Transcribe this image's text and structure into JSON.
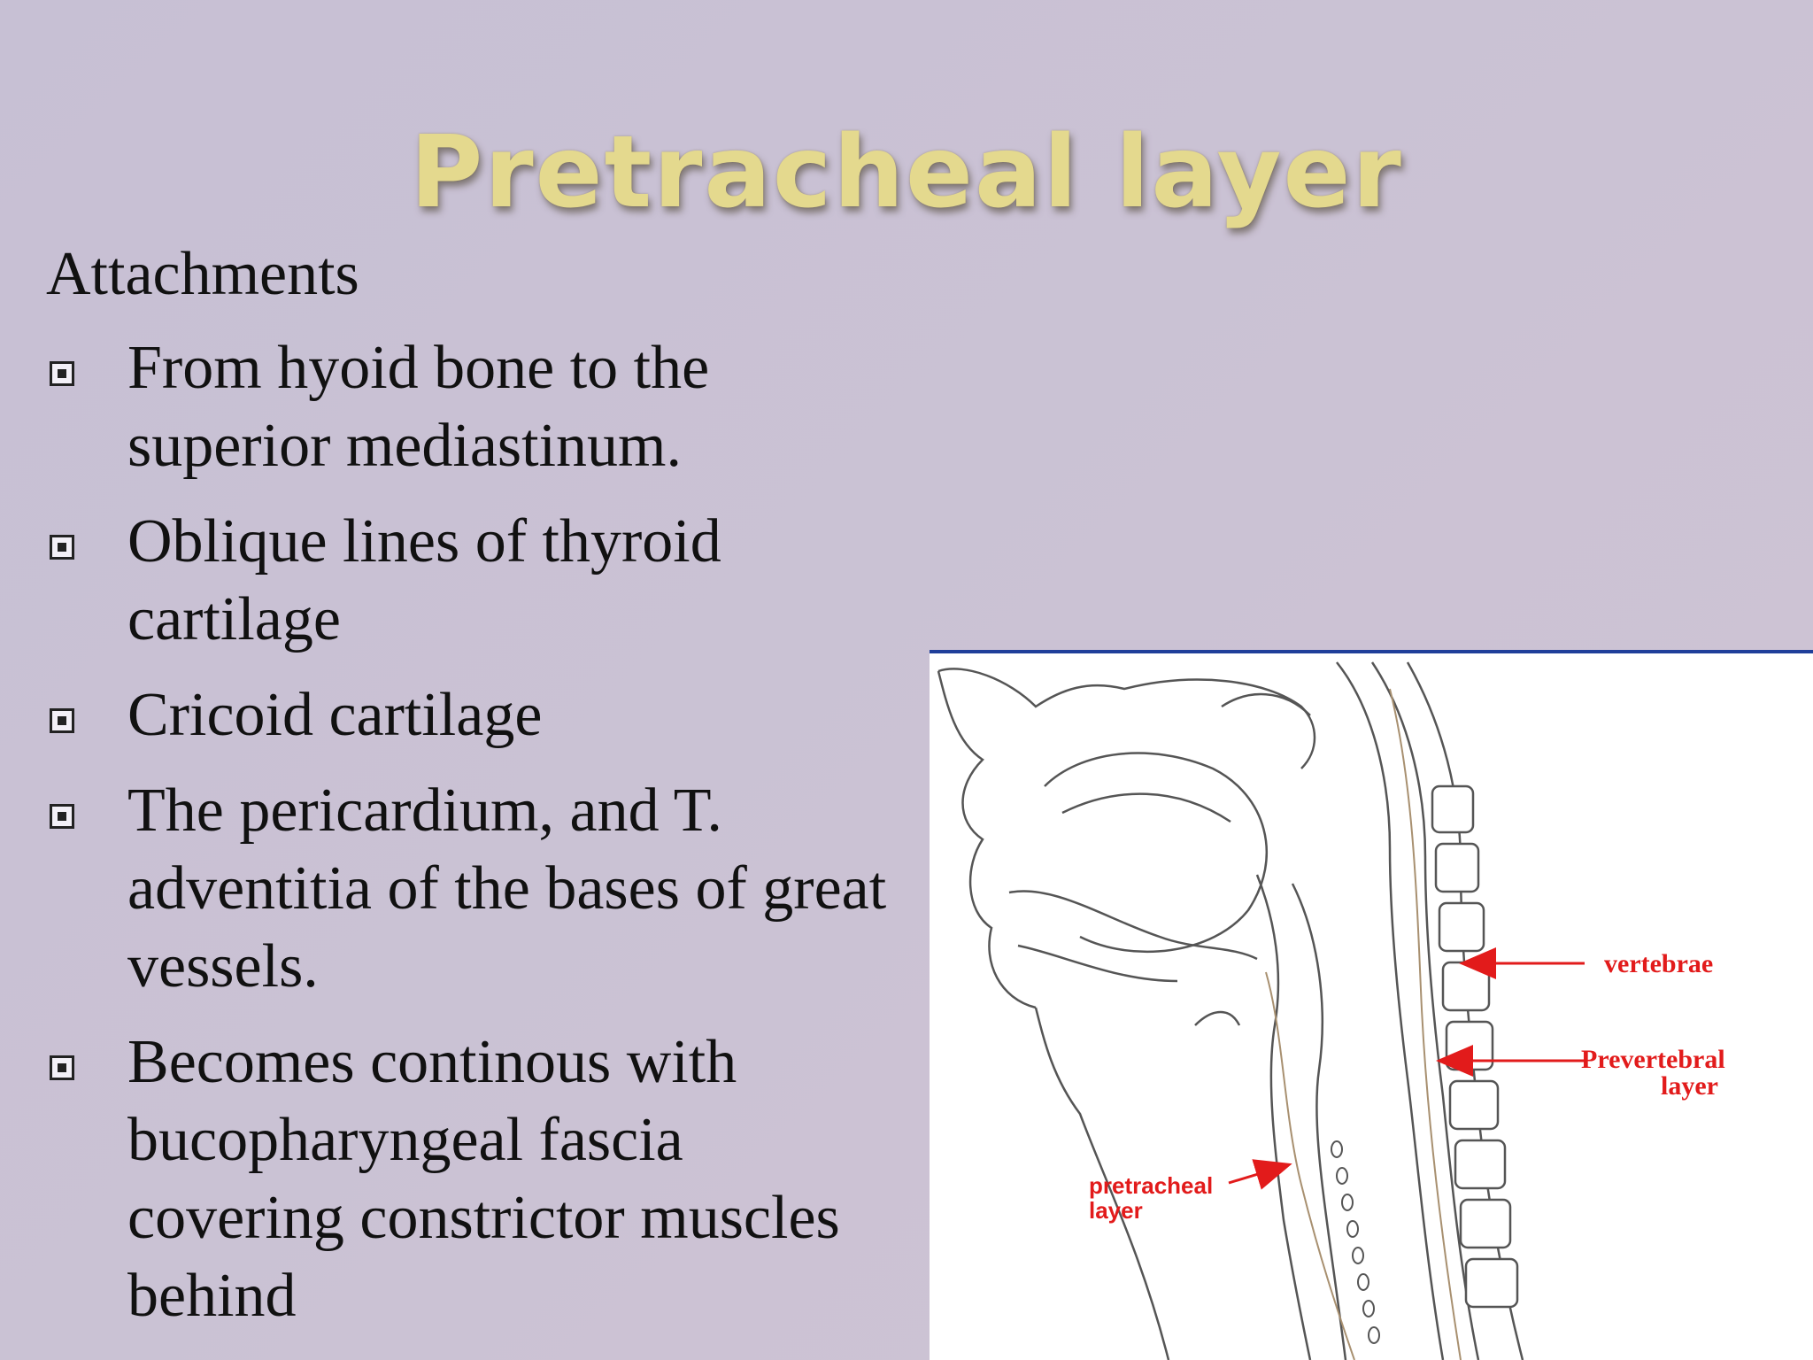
{
  "slide": {
    "title": "Pretracheal layer",
    "heading": "Attachments",
    "bullets": [
      "From hyoid bone to the superior mediastinum.",
      "Oblique lines of thyroid cartilage",
      "Cricoid cartilage",
      "The pericardium, and T. adventitia of the bases of great vessels.",
      "Becomes continous with bucopharyngeal fascia covering constrictor muscles behind"
    ],
    "bullet_icon": "square-bullet-icon"
  },
  "figure": {
    "labels": {
      "vertebrae": "vertebrae",
      "prevertebral_line1": "Prevertebral",
      "prevertebral_line2": "layer",
      "pretracheal_line1": "pretracheal",
      "pretracheal_line2": "layer"
    },
    "label_color": "#e21b1b",
    "border_color": "#1f3f9a"
  }
}
